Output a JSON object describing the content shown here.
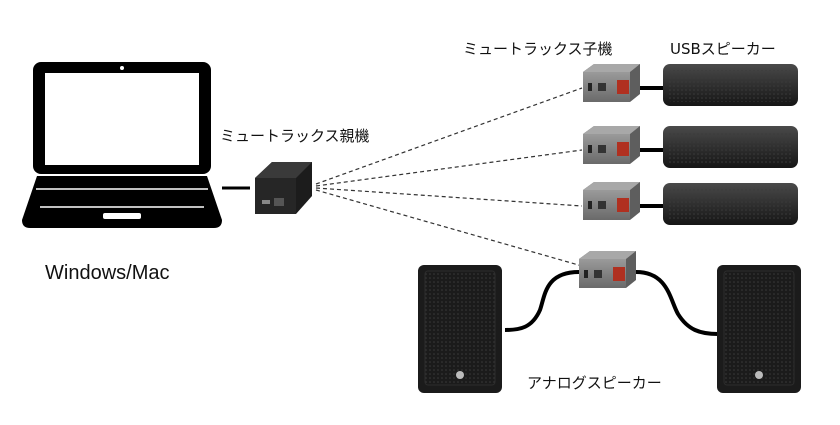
{
  "labels": {
    "child_unit": "ミュートラックス子機",
    "usb_speaker": "USBスピーカー",
    "parent_unit": "ミュートラックス親機",
    "computer": "Windows/Mac",
    "analog_speaker": "アナログスピーカー"
  },
  "colors": {
    "device_body": "#7f7f7f",
    "device_dark": "#222222",
    "device_accent": "#b03020",
    "link_line": "#333333"
  }
}
